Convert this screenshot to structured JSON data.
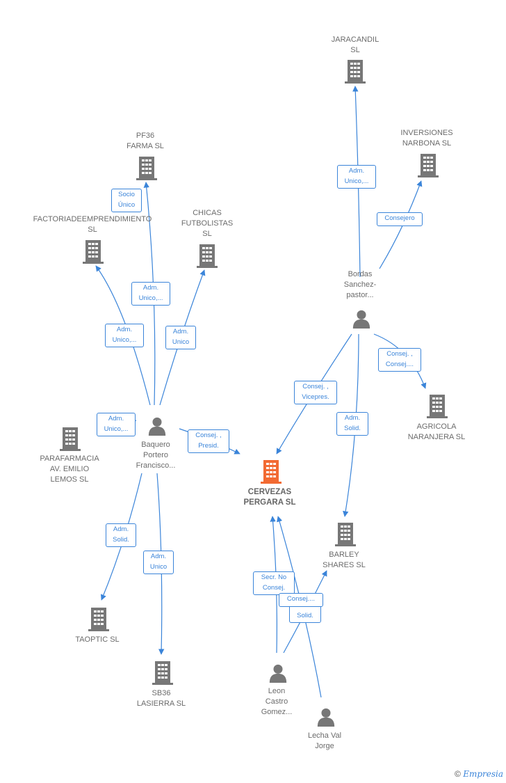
{
  "colors": {
    "edge": "#3a84d9",
    "node": "#777777",
    "main_node": "#f26a32"
  },
  "nodes": {
    "jaracandil": {
      "label": "JARACANDIL\nSL",
      "kind": "company"
    },
    "inversiones": {
      "label": "INVERSIONES\nNARBONA SL",
      "kind": "company"
    },
    "pf36": {
      "label": "PF36\nFARMA SL",
      "kind": "company"
    },
    "factoria": {
      "label": "FACTORIADEEMPRENDIMIENTO\nSL",
      "kind": "company"
    },
    "chicas": {
      "label": "CHICAS\nFUTBOLISTAS\nSL",
      "kind": "company"
    },
    "bordas": {
      "label": "Bordas\nSanchez-\npastor...",
      "kind": "person"
    },
    "agricola": {
      "label": "AGRICOLA\nNARANJERA SL",
      "kind": "company"
    },
    "baquero": {
      "label": "Baquero\nPortero\nFrancisco...",
      "kind": "person"
    },
    "parafarmacia": {
      "label": "PARAFARMACIA\nAV. EMILIO\nLEMOS SL",
      "kind": "company"
    },
    "cervezas": {
      "label": "CERVEZAS\nPERGARA SL",
      "kind": "main"
    },
    "barley": {
      "label": "BARLEY\nSHARES SL",
      "kind": "company"
    },
    "taoptic": {
      "label": "TAOPTIC SL",
      "kind": "company"
    },
    "sb36": {
      "label": "SB36\nLASIERRA SL",
      "kind": "company"
    },
    "leon": {
      "label": "Leon\nCastro\nGomez...",
      "kind": "person"
    },
    "lecha": {
      "label": "Lecha Val\nJorge",
      "kind": "person"
    }
  },
  "edges": [
    {
      "from": "bordas",
      "to": "jaracandil",
      "label": "Adm.\nUnico,..."
    },
    {
      "from": "bordas",
      "to": "inversiones",
      "label": "Consejero"
    },
    {
      "from": "bordas",
      "to": "agricola",
      "label": "Consej. ,\nConsej...."
    },
    {
      "from": "bordas",
      "to": "cervezas",
      "label": "Consej. ,\nVicepres."
    },
    {
      "from": "bordas",
      "to": "barley",
      "label": "Adm.\nSolid."
    },
    {
      "from": "baquero",
      "to": "pf36",
      "label": "Adm.\nUnico,..."
    },
    {
      "from": "baquero",
      "to": "pf36",
      "label": "Socio\nÚnico"
    },
    {
      "from": "baquero",
      "to": "factoria",
      "label": "Adm.\nUnico,..."
    },
    {
      "from": "baquero",
      "to": "chicas",
      "label": "Adm.\nUnico"
    },
    {
      "from": "baquero",
      "to": "parafarmacia",
      "label": "Adm.\nUnico,..."
    },
    {
      "from": "baquero",
      "to": "cervezas",
      "label": "Consej. ,\nPresid."
    },
    {
      "from": "baquero",
      "to": "taoptic",
      "label": "Adm.\nSolid."
    },
    {
      "from": "baquero",
      "to": "sb36",
      "label": "Adm.\nUnico"
    },
    {
      "from": "leon",
      "to": "cervezas",
      "label": "Secr. No\nConsej."
    },
    {
      "from": "leon",
      "to": "barley",
      "label": "Adm.\nSolid."
    },
    {
      "from": "lecha",
      "to": "cervezas",
      "label": "Consej...."
    }
  ],
  "footer": {
    "copyright": "©",
    "brand": "Empresia"
  }
}
